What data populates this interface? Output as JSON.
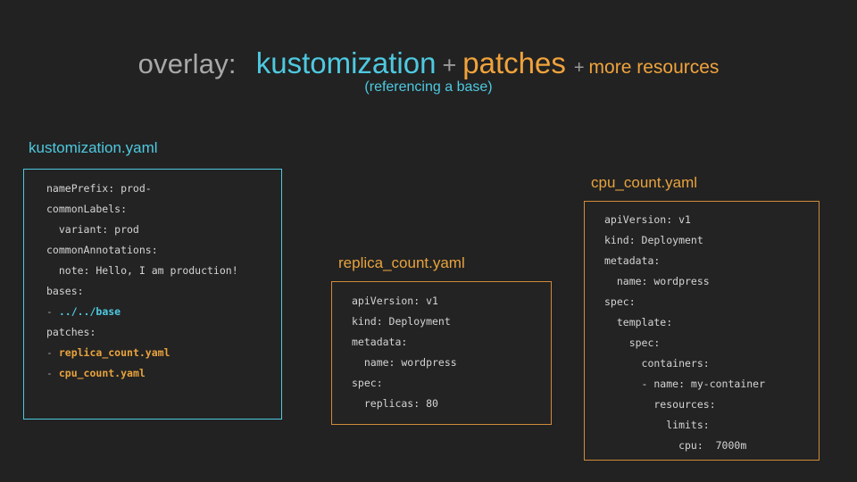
{
  "slide": {
    "background_color": "#222222",
    "title": {
      "prefix": "overlay:",
      "term1": "kustomization",
      "plus1": "+",
      "term2": "patches",
      "plus2": "+",
      "term3": "more resources",
      "subtitle": "(referencing a base)"
    },
    "colors": {
      "cyan": "#4ec9e0",
      "orange": "#f0a33c",
      "orange_border": "#d08b3a",
      "gray_text": "#a8a8a8",
      "code_text": "#d4d4d4",
      "code_background": "#232323"
    }
  },
  "cards": [
    {
      "label": "kustomization.yaml",
      "accent": "#4ec9e0",
      "lines": [
        [
          {
            "t": "namePrefix: prod-",
            "c": "plain"
          }
        ],
        [
          {
            "t": "commonLabels:",
            "c": "plain"
          }
        ],
        [
          {
            "t": "  variant: prod",
            "c": "plain"
          }
        ],
        [
          {
            "t": "commonAnnotations:",
            "c": "plain"
          }
        ],
        [
          {
            "t": "  note: Hello, I am production!",
            "c": "plain"
          }
        ],
        [
          {
            "t": "bases:",
            "c": "plain"
          }
        ],
        [
          {
            "t": "- ",
            "c": "dash"
          },
          {
            "t": "../../base",
            "c": "cyan"
          }
        ],
        [
          {
            "t": "patches:",
            "c": "plain"
          }
        ],
        [
          {
            "t": "- ",
            "c": "dash"
          },
          {
            "t": "replica_count.yaml",
            "c": "orange"
          }
        ],
        [
          {
            "t": "- ",
            "c": "dash"
          },
          {
            "t": "cpu_count.yaml",
            "c": "orange"
          }
        ]
      ]
    },
    {
      "label": "replica_count.yaml",
      "accent": "#e8a33d",
      "lines": [
        [
          {
            "t": "apiVersion: v1",
            "c": "plain"
          }
        ],
        [
          {
            "t": "kind: Deployment",
            "c": "plain"
          }
        ],
        [
          {
            "t": "metadata:",
            "c": "plain"
          }
        ],
        [
          {
            "t": "  name: wordpress",
            "c": "plain"
          }
        ],
        [
          {
            "t": "spec:",
            "c": "plain"
          }
        ],
        [
          {
            "t": "  replicas: 80",
            "c": "plain"
          }
        ]
      ]
    },
    {
      "label": "cpu_count.yaml",
      "accent": "#e8a33d",
      "lines": [
        [
          {
            "t": "apiVersion: v1",
            "c": "plain"
          }
        ],
        [
          {
            "t": "kind: Deployment",
            "c": "plain"
          }
        ],
        [
          {
            "t": "metadata:",
            "c": "plain"
          }
        ],
        [
          {
            "t": "  name: wordpress",
            "c": "plain"
          }
        ],
        [
          {
            "t": "spec:",
            "c": "plain"
          }
        ],
        [
          {
            "t": "  template:",
            "c": "plain"
          }
        ],
        [
          {
            "t": "    spec:",
            "c": "plain"
          }
        ],
        [
          {
            "t": "      containers:",
            "c": "plain"
          }
        ],
        [
          {
            "t": "      - name: my-container",
            "c": "plain"
          }
        ],
        [
          {
            "t": "        resources:",
            "c": "plain"
          }
        ],
        [
          {
            "t": "          limits:",
            "c": "plain"
          }
        ],
        [
          {
            "t": "            cpu:  7000m",
            "c": "plain"
          }
        ]
      ]
    }
  ]
}
